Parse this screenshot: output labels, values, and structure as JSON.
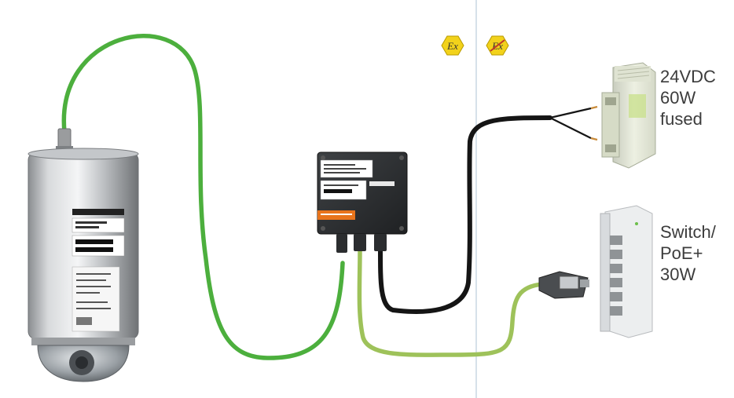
{
  "zones": {
    "hazardous_symbol": "Ex",
    "safe_symbol": "Ex"
  },
  "psu": {
    "line1": "24VDC",
    "line2": "60W",
    "line3": "fused"
  },
  "switch": {
    "line1": "Switch/",
    "line2": "PoE+",
    "line3": "30W"
  },
  "colors": {
    "ethernet_cable": "#4caf3d",
    "field_cable": "#9ec25a",
    "power_cable": "#151515",
    "ex_badge": "#f2d21b",
    "zone_divider": "#c9d7e3"
  }
}
